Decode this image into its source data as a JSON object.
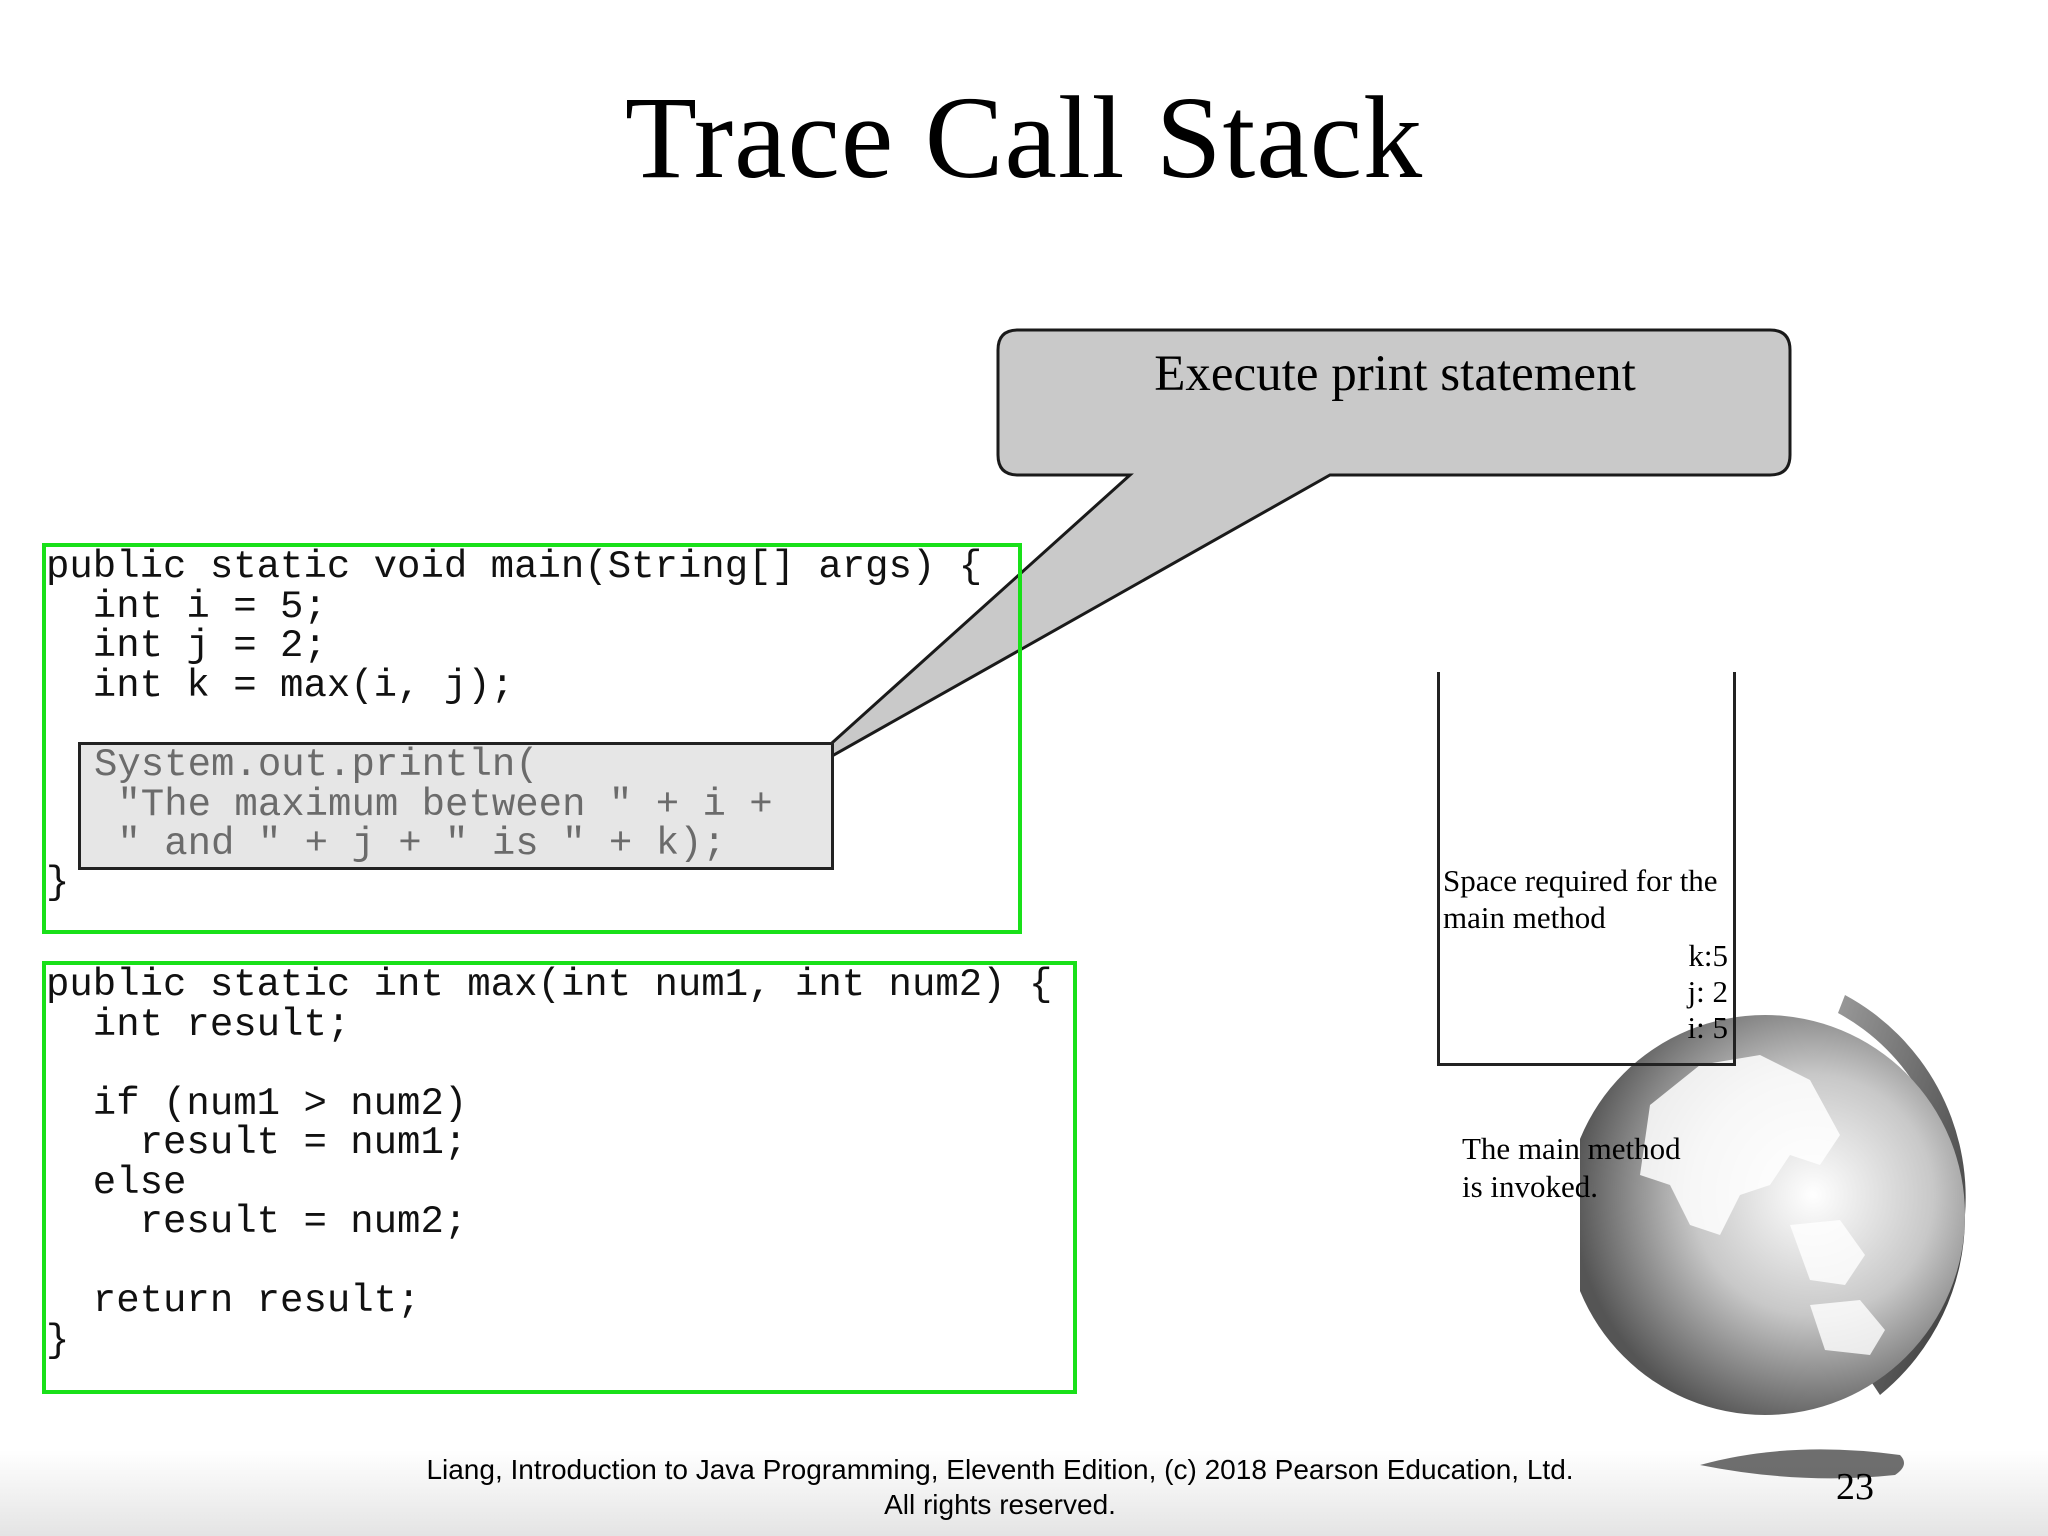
{
  "slide": {
    "title": "Trace Call Stack",
    "callout": "Execute print statement",
    "main_code": "public static void main(String[] args) {\n  int i = 5;\n  int j = 2;\n  int k = max(i, j);\n\n\n\n\n}",
    "print_code": "System.out.println(\n \"The maximum between \" + i +\n \" and \" + j + \" is \" + k);",
    "max_code": "public static int max(int num1, int num2) {\n  int result;\n\n  if (num1 > num2)\n    result = num1;\n  else\n    result = num2;\n\n  return result;\n}",
    "stack": {
      "label_line1": "Space required for the",
      "label_line2": "main method",
      "var_k": "k:5",
      "var_j": "j: 2",
      "var_i": "i: 5",
      "caption_line1": "The main method",
      "caption_line2": "is invoked."
    },
    "footer_line1": "Liang, Introduction to Java Programming, Eleventh Edition, (c) 2018 Pearson Education, Ltd.",
    "footer_line2": "All rights reserved.",
    "page_number": "23"
  }
}
